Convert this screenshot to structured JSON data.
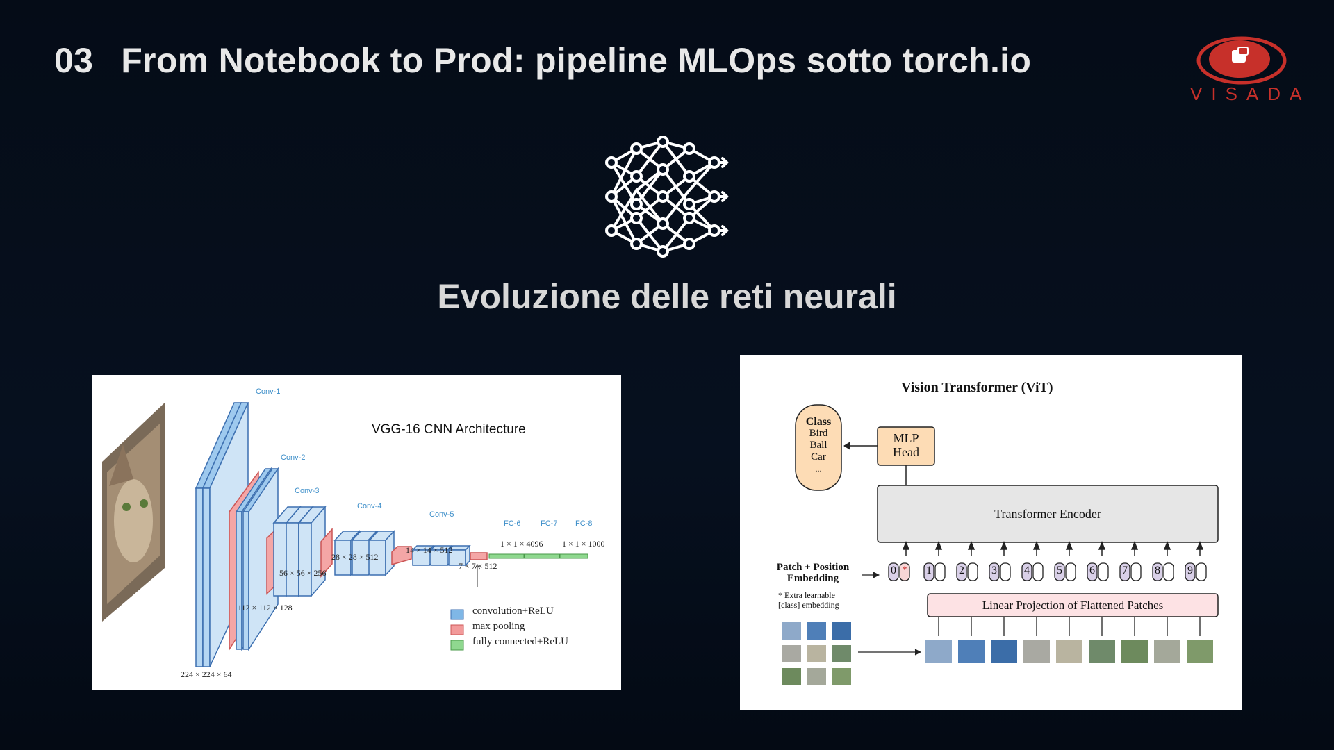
{
  "slide": {
    "number": "03",
    "title": "From Notebook to Prod: pipeline MLOps sotto torch.io",
    "subtitle": "Evoluzione delle reti neurali",
    "icon": "neural-network-icon"
  },
  "logo": {
    "text": "VISADA",
    "color": "#c7302a"
  },
  "vgg": {
    "title": "VGG-16 CNN Architecture",
    "layers": [
      "Conv-1",
      "Conv-2",
      "Conv-3",
      "Conv-4",
      "Conv-5",
      "FC-6",
      "FC-7",
      "FC-8"
    ],
    "dims": [
      "224 × 224 × 64",
      "112 × 112 × 128",
      "56 × 56 × 256",
      "28 × 28 × 512",
      "14 × 14 × 512",
      "7 × 7 × 512",
      "1 × 1 × 4096",
      "1 × 1 × 1000"
    ],
    "legend": [
      {
        "label": "convolution+ReLU",
        "color": "#7fb7e6"
      },
      {
        "label": "max pooling",
        "color": "#f29a9a"
      },
      {
        "label": "fully connected+ReLU",
        "color": "#8fd88f"
      }
    ]
  },
  "vit": {
    "title": "Vision Transformer (ViT)",
    "class_box": {
      "title": "Class",
      "items": [
        "Bird",
        "Ball",
        "Car",
        "..."
      ]
    },
    "mlp_head": [
      "MLP",
      "Head"
    ],
    "encoder": "Transformer Encoder",
    "patch_label": [
      "Patch + Position",
      "Embedding"
    ],
    "extra_note": [
      "* Extra learnable",
      "[class] embedding"
    ],
    "projection": "Linear Projection of Flattened Patches",
    "tokens": [
      "0",
      "1",
      "2",
      "3",
      "4",
      "5",
      "6",
      "7",
      "8",
      "9"
    ],
    "class_token_mark": "*"
  }
}
